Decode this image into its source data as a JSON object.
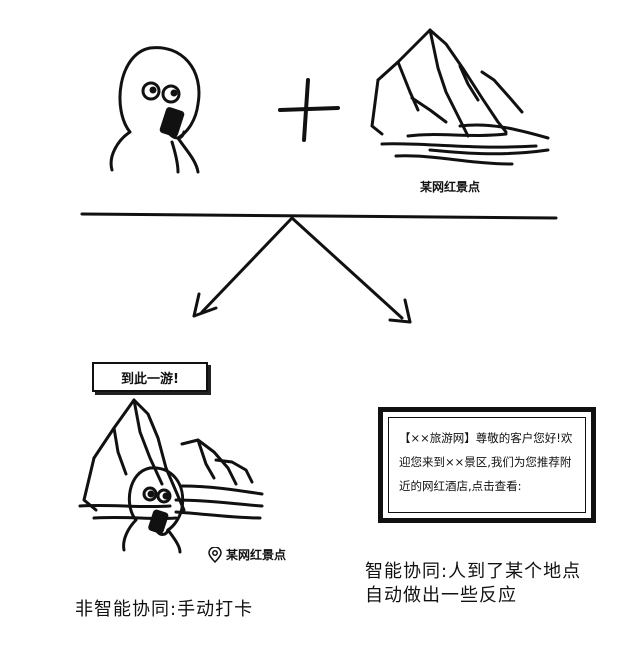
{
  "diagram": {
    "top_spot_label": "某网红景点",
    "speech_bubble": "到此一游!",
    "pin_label": "某网红景点",
    "notice_text": "【××旅游网】尊敬的客户您好!欢迎您来到××景区,我们为您推荐附近的网红酒店,点击查看:",
    "caption_left": "非智能协同:手动打卡",
    "caption_right_line1": "智能协同:人到了某个地点",
    "caption_right_line2": "自动做出一些反应"
  }
}
